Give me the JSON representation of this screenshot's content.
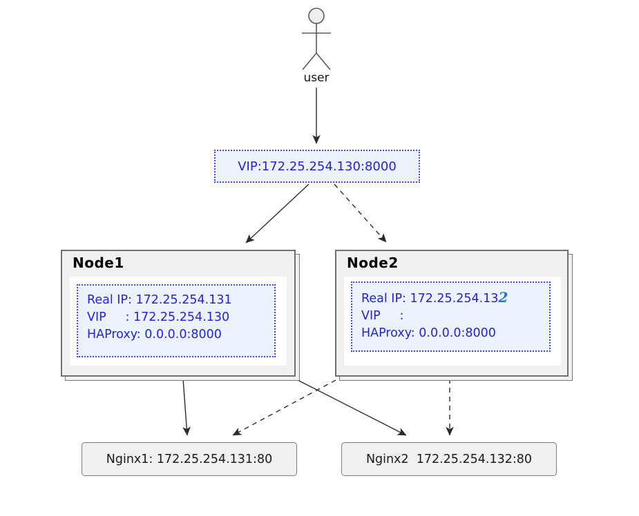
{
  "diagram": {
    "actor": {
      "label": "user"
    },
    "vip": {
      "label": "VIP:172.25.254.130:8000"
    },
    "node1": {
      "title": "Node1",
      "line1": "Real IP: 172.25.254.131",
      "line2": "VIP     : 172.25.254.130",
      "line3": "HAProxy: 0.0.0.0:8000"
    },
    "node2": {
      "title": "Node2",
      "line1": "Real IP: 172.25.254.13",
      "line1_suffix": "2",
      "line2": "VIP     :",
      "line3": "HAProxy: 0.0.0.0:8000"
    },
    "servers": {
      "nginx1": {
        "label": "Nginx1: 172.25.254.131:80"
      },
      "nginx2": {
        "label": "Nginx2  172.25.254.132:80"
      }
    },
    "edges": [
      {
        "from": "user",
        "to": "vip",
        "style": "solid"
      },
      {
        "from": "vip",
        "to": "node1",
        "style": "solid"
      },
      {
        "from": "vip",
        "to": "node2",
        "style": "dashed"
      },
      {
        "from": "node1",
        "to": "nginx1",
        "style": "solid"
      },
      {
        "from": "node1",
        "to": "nginx2",
        "style": "solid"
      },
      {
        "from": "node2",
        "to": "nginx1",
        "style": "dashed"
      },
      {
        "from": "node2",
        "to": "nginx2",
        "style": "dashed"
      }
    ],
    "colors": {
      "blue_text": "#2222dd",
      "blue_border": "#4444ff",
      "blue_fill": "#edf3fe",
      "node_fill": "#f0f0f0",
      "node_border": "#6f6f6f",
      "server_fill": "#f0f0f0",
      "server_border": "#7a7a7a",
      "arrow": "#2b2b2b",
      "actor_stroke": "#5a5a5a",
      "special_digit": "#2478c8"
    }
  }
}
